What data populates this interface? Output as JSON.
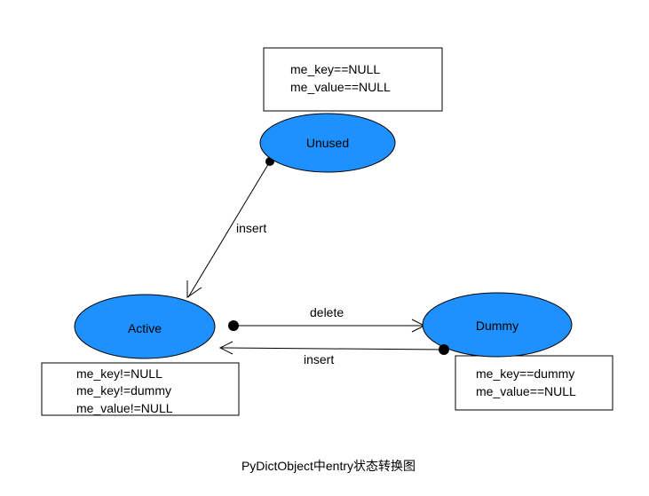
{
  "colors": {
    "state_fill": "#1e90ff",
    "stroke": "#000000",
    "background": "#ffffff"
  },
  "states": {
    "unused": {
      "label": "Unused"
    },
    "active": {
      "label": "Active"
    },
    "dummy": {
      "label": "Dummy"
    }
  },
  "notes": {
    "unused": {
      "lines": [
        "me_key==NULL",
        "me_value==NULL"
      ]
    },
    "active": {
      "lines": [
        "me_key!=NULL",
        "me_key!=dummy",
        "me_value!=NULL"
      ]
    },
    "dummy": {
      "lines": [
        "me_key==dummy",
        "me_value==NULL"
      ]
    }
  },
  "transitions": {
    "unused_to_active": {
      "label": "insert"
    },
    "active_to_dummy": {
      "label": "delete"
    },
    "dummy_to_active": {
      "label": "insert"
    }
  },
  "caption": "PyDictObject中entry状态转换图"
}
